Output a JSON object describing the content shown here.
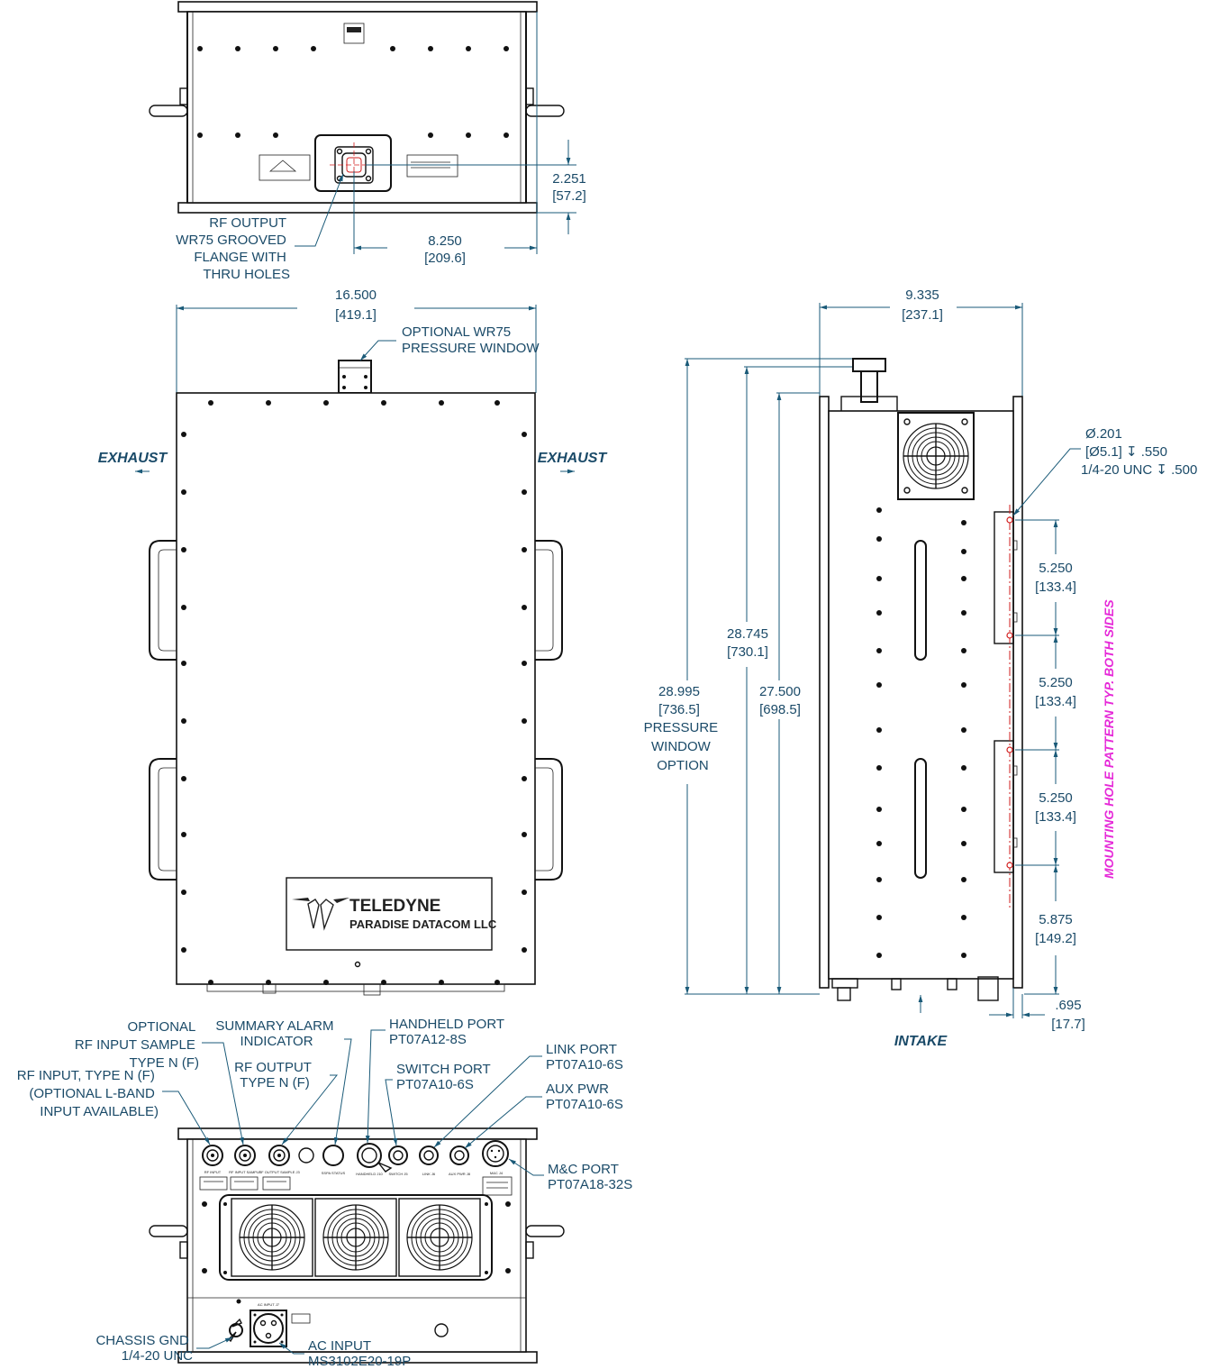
{
  "colors": {
    "dimension": "#1a4a68",
    "outline": "#111111",
    "note": "#e62ad8",
    "centerline": "#d21e1e"
  },
  "top_view": {
    "rf_output_label": [
      "RF OUTPUT",
      "WR75 GROOVED",
      "FLANGE WITH",
      "THRU HOLES"
    ],
    "dim_vertical": {
      "value": "2.251",
      "metric": "[57.2]"
    },
    "dim_horizontal": {
      "value": "8.250",
      "metric": "[209.6]"
    }
  },
  "front_view": {
    "width_dim": {
      "value": "16.500",
      "metric": "[419.1]"
    },
    "pressure_window_label": [
      "OPTIONAL WR75",
      "PRESSURE WINDOW"
    ],
    "exhaust_left": "EXHAUST",
    "exhaust_right": "EXHAUST",
    "logo_line1": "TELEDYNE",
    "logo_line2": "PARADISE DATACOM LLC"
  },
  "side_view": {
    "width_dim": {
      "value": "9.335",
      "metric": "[237.1]"
    },
    "height_pressure": {
      "value": "28.995",
      "metric": "[736.5]",
      "note": [
        "PRESSURE",
        "WINDOW",
        "OPTION"
      ]
    },
    "height_flange": {
      "value": "28.745",
      "metric": "[730.1]"
    },
    "height_body": {
      "value": "27.500",
      "metric": "[698.5]"
    },
    "hole_callout": [
      "Ø.201",
      "[Ø5.1] ↧ .550",
      "1/4-20 UNC  ↧ .500"
    ],
    "spacing": [
      {
        "value": "5.250",
        "metric": "[133.4]"
      },
      {
        "value": "5.250",
        "metric": "[133.4]"
      },
      {
        "value": "5.250",
        "metric": "[133.4]"
      },
      {
        "value": "5.875",
        "metric": "[149.2]"
      }
    ],
    "offset_dim": {
      "value": ".695",
      "metric": "[17.7]"
    },
    "intake": "INTAKE",
    "mounting_note": "MOUNTING HOLE PATTERN TYP. BOTH SIDES"
  },
  "bottom_view": {
    "callouts": {
      "rf_input": [
        "RF INPUT, TYPE N (F)",
        "(OPTIONAL L-BAND",
        "INPUT AVAILABLE)"
      ],
      "rf_input_sample": [
        "OPTIONAL",
        "RF INPUT SAMPLE",
        "TYPE N (F)"
      ],
      "rf_output": [
        "RF OUTPUT",
        "TYPE N (F)"
      ],
      "summary_alarm": [
        "SUMMARY ALARM",
        "INDICATOR"
      ],
      "handheld_port": [
        "HANDHELD PORT",
        "PT07A12-8S"
      ],
      "switch_port": [
        "SWITCH PORT",
        "PT07A10-6S"
      ],
      "link_port": [
        "LINK PORT",
        "PT07A10-6S"
      ],
      "aux_pwr": [
        "AUX PWR",
        "PT07A10-6S"
      ],
      "mc_port": [
        "M&C PORT",
        "PT07A18-32S"
      ],
      "chassis_gnd": [
        "CHASSIS GND",
        "1/4-20 UNC"
      ],
      "ac_input": [
        "AC INPUT",
        "MS3102E20-19P"
      ]
    },
    "panel_labels": {
      "rf_input": "RF INPUT",
      "rf_input_sample": "RF INPUT SAMPLE",
      "rf_output_sample": "RF OUTPUT SAMPLE J3",
      "sspa_status": "SSPA STATUS",
      "handheld": "HANDHELD J10",
      "switch": "SWITCH J5",
      "link": "LINK J6",
      "aux_pwr": "AUX PWR J8",
      "mc": "M&C J4",
      "ac_input": "AC INPUT J7"
    }
  }
}
